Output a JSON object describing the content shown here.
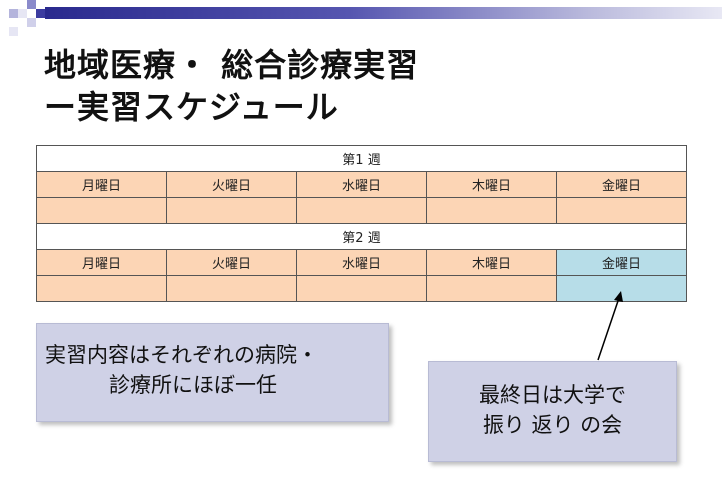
{
  "slide": {
    "title_line1": "地域医療・ 総合診療実習",
    "title_line2": "ー実習スケジュール"
  },
  "schedule": {
    "weeks": [
      {
        "label": "第1 週",
        "days": [
          "月曜日",
          "火曜日",
          "水曜日",
          "木曜日",
          "金曜日"
        ]
      },
      {
        "label": "第2 週",
        "days": [
          "月曜日",
          "火曜日",
          "水曜日",
          "木曜日",
          "金曜日"
        ]
      }
    ]
  },
  "notes": {
    "left_line1": "実習内容はそれぞれの病院・",
    "left_line2": "診療所にほぼ一任",
    "right_line1": "最終日は大学で",
    "right_line2": "振り 返り の会"
  },
  "colors": {
    "day_cell": "#fcd5b5",
    "university_day_cell": "#b7dde8",
    "note_background": "#cfd1e6",
    "header_bar": "#2a2a8e"
  }
}
